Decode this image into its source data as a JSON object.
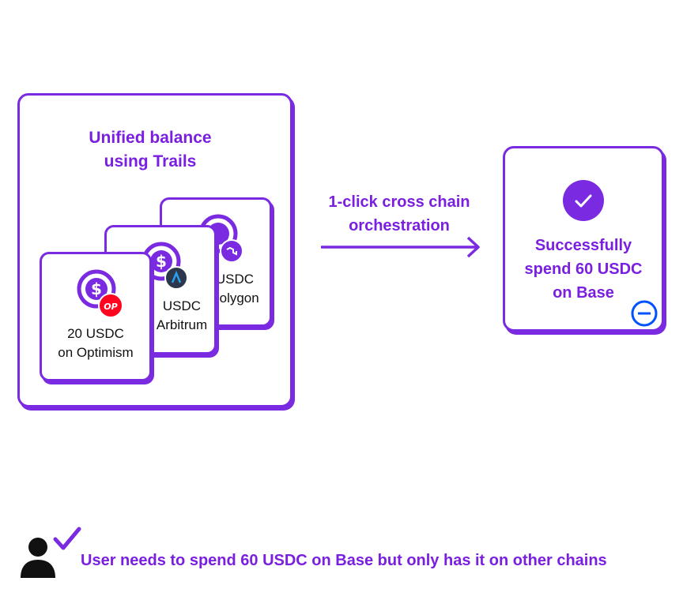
{
  "unified_box": {
    "title_line1": "Unified balance",
    "title_line2": "using Trails"
  },
  "cards": [
    {
      "amount_line": "20 USDC",
      "chain_line": "on Optimism",
      "chain_badge": "OP",
      "chain_icon": "optimism-icon"
    },
    {
      "amount_line": "USDC",
      "chain_line": "Arbitrum",
      "chain_icon": "arbitrum-icon"
    },
    {
      "amount_line": "USDC",
      "chain_line": "Polygon",
      "chain_icon": "polygon-icon"
    }
  ],
  "arrow": {
    "label_line1": "1-click cross chain",
    "label_line2": "orchestration"
  },
  "result_box": {
    "line1": "Successfully",
    "line2": "spend 60 USDC",
    "line3": "on Base",
    "chain_icon": "base-icon"
  },
  "footer": {
    "text": "User needs to spend 60 USDC on Base but only has it on other chains"
  },
  "colors": {
    "accent": "#7a2ae0",
    "optimism_red": "#ff0420",
    "base_blue": "#0052ff",
    "arbitrum_dark": "#2d374b",
    "text_dark": "#111111"
  }
}
